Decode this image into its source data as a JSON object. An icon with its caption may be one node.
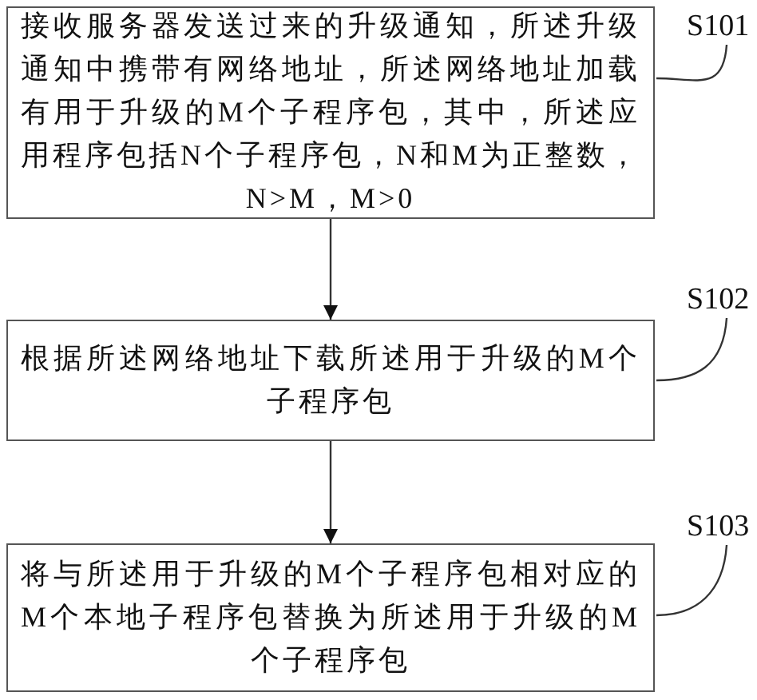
{
  "diagram": {
    "nodes": [
      {
        "text": [
          "接收服务器发送过来的升级通知，所述升级通知中携带有网络地址，所述网络地址加载有用于升级的M个子程序包，其中，所述应用程序包括N个子程序包，N和M为正整数，N>M，M>0"
        ]
      },
      {
        "text": [
          "根据所述网络地址下载所述用于升级的M个子程序包"
        ]
      },
      {
        "text": [
          "将与所述用于升级的M个子程序包相对应的M个本地子程序包替换为所述用于升级的M个子程序包"
        ]
      },
      {
        "text": [
          "S101"
        ]
      },
      {
        "text": [
          "S102"
        ]
      },
      {
        "text": [
          "S103"
        ]
      }
    ],
    "edges": [
      {
        "from": 0,
        "to": 1,
        "arrow": "to"
      },
      {
        "from": 1,
        "to": 2,
        "arrow": "to"
      },
      {
        "from": 3,
        "to": 0,
        "arrow": "none"
      },
      {
        "from": 4,
        "to": 1,
        "arrow": "none"
      },
      {
        "from": 5,
        "to": 2,
        "arrow": "none"
      }
    ]
  }
}
